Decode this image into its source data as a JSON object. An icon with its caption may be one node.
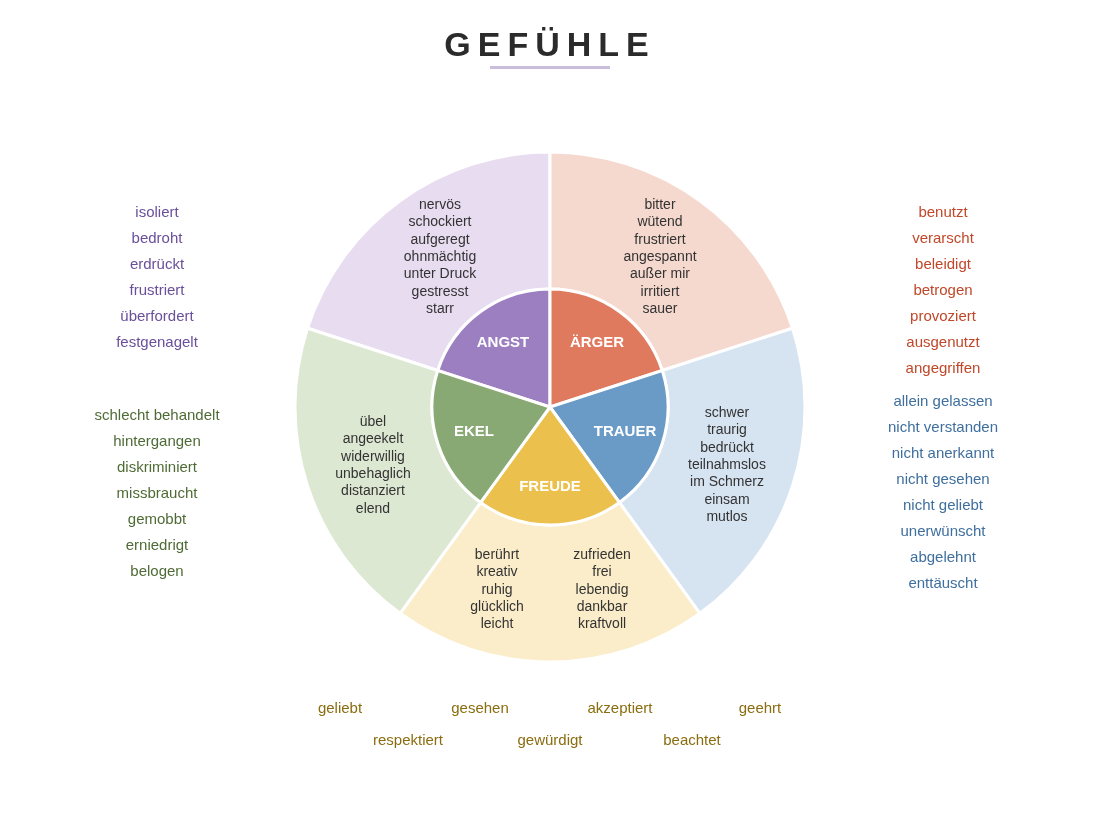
{
  "diagram": {
    "title": "GEFÜHLE",
    "nodes": [
      {
        "text": [
          "nervös",
          "schockiert",
          "aufgeregt",
          "ohnmächtig",
          "unter Druck",
          "gestresst",
          "starr"
        ]
      },
      {
        "text": [
          "bitter",
          "wütend",
          "frustriert",
          "angespannt",
          "außer mir",
          "irritiert",
          "sauer"
        ]
      },
      {
        "text": [
          "schwer",
          "traurig",
          "bedrückt",
          "teilnahmslos",
          "im Schmerz",
          "einsam",
          "mutlos"
        ]
      },
      {
        "text": [
          "berührt",
          "kreativ",
          "ruhig",
          "glücklich",
          "leicht",
          "zufrieden",
          "frei",
          "lebendig",
          "dankbar",
          "kraftvoll"
        ]
      },
      {
        "text": [
          "übel",
          "angeekelt",
          "widerwillig",
          "unbehaglich",
          "distanziert",
          "elend"
        ]
      },
      {
        "text": [
          "ANGST"
        ]
      },
      {
        "text": [
          "ÄRGER"
        ]
      },
      {
        "text": [
          "TRAUER"
        ]
      },
      {
        "text": [
          "FREUDE"
        ]
      },
      {
        "text": [
          "EKEL"
        ]
      }
    ],
    "labels": [
      "isoliert",
      "bedroht",
      "erdrückt",
      "frustriert",
      "überfordert",
      "festgenagelt",
      "schlecht behandelt",
      "hintergangen",
      "diskriminiert",
      "missbraucht",
      "gemobbt",
      "erniedrigt",
      "belogen",
      "benutzt",
      "verarscht",
      "beleidigt",
      "betrogen",
      "provoziert",
      "ausgenutzt",
      "angegriffen",
      "allein gelassen",
      "nicht verstanden",
      "nicht anerkannt",
      "nicht gesehen",
      "nicht geliebt",
      "unerwünscht",
      "abgelehnt",
      "enttäuscht",
      "geliebt",
      "gesehen",
      "akzeptiert",
      "geehrt",
      "respektiert",
      "gewürdigt",
      "beachtet"
    ]
  }
}
